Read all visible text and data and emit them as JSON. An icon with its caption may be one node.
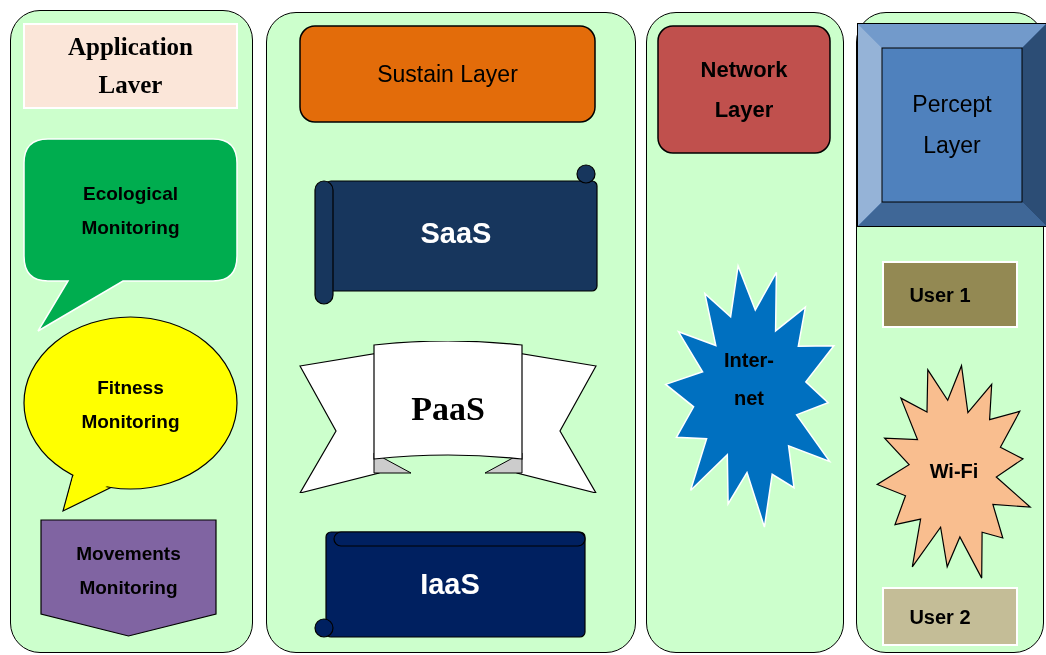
{
  "diagram": {
    "nodes": [
      {
        "text": [],
        "shape": "box"
      },
      {
        "text": [
          "Application Laver"
        ],
        "in": 0
      },
      {
        "text": [
          "Ecological Monitoring"
        ],
        "in": 0
      },
      {
        "text": [
          "Fitness Monitoring"
        ],
        "in": 0
      },
      {
        "text": [
          "Movements Monitoring"
        ],
        "in": 0
      },
      {
        "text": [],
        "shape": "box"
      },
      {
        "text": [
          "Sustain Layer"
        ],
        "in": 5
      },
      {
        "text": [
          "SaaS"
        ],
        "in": 5
      },
      {
        "text": [
          "PaaS"
        ],
        "in": 5
      },
      {
        "text": [
          "IaaS"
        ],
        "in": 5
      },
      {
        "text": [],
        "shape": "box"
      },
      {
        "text": [
          "Network Layer"
        ],
        "in": 10
      },
      {
        "text": [
          "Inter- net"
        ],
        "in": 10
      },
      {
        "text": [],
        "shape": "box"
      },
      {
        "text": [
          "Percept Layer"
        ],
        "in": 13
      },
      {
        "text": [
          "User 1"
        ],
        "in": 13
      },
      {
        "text": [
          "Wi-Fi"
        ],
        "in": 13
      },
      {
        "text": [
          "User 2"
        ],
        "in": 13
      }
    ]
  }
}
